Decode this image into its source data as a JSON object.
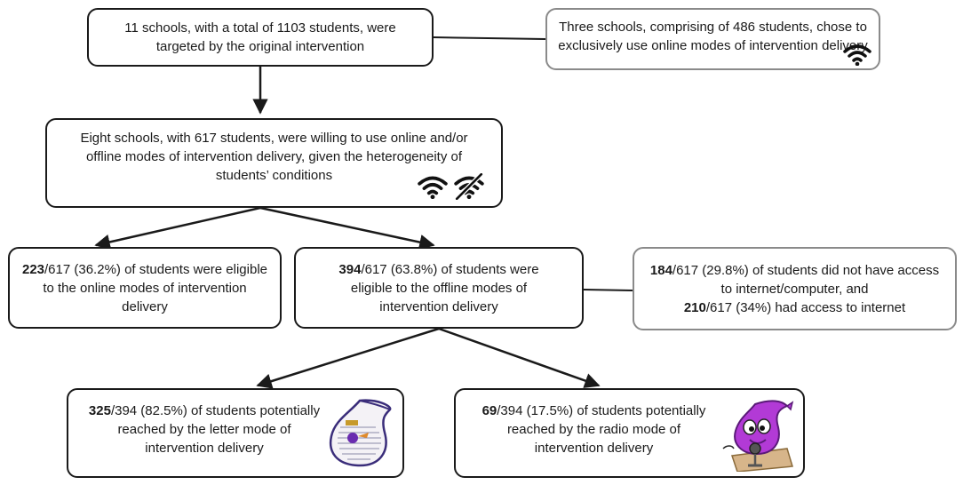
{
  "boxes": {
    "origin": {
      "text": "11 schools, with a total of 1103 students, were targeted by the original intervention"
    },
    "online_only": {
      "text": "Three schools, comprising of 486 students, chose to exclusively use online modes of intervention delivery"
    },
    "eight_schools": {
      "text": "Eight schools, with 617 students, were willing to use online and/or offline modes of intervention delivery, given the heterogeneity of students’ conditions"
    },
    "online_eligible": {
      "bold": "223",
      "text": "/617 (36.2%) of students were eligible to the online modes of intervention delivery"
    },
    "offline_eligible": {
      "bold": "394",
      "text": "/617 (63.8%) of students were eligible to the offline modes of intervention delivery"
    },
    "access": {
      "line1_bold": "184",
      "line1_text": "/617 (29.8%) of students did not have access to internet/computer, and",
      "line2_bold": "210",
      "line2_text": "/617 (34%) had access to internet"
    },
    "letter": {
      "bold": "325",
      "text": "/394 (82.5%) of students potentially reached by the letter mode of intervention delivery"
    },
    "radio": {
      "bold": "69",
      "text": "/394 (17.5%) of students potentially reached by the radio mode of intervention delivery"
    }
  },
  "icons": [
    "wifi-icon",
    "wifi-off-icon",
    "letter-illustration",
    "radio-mascot-illustration"
  ],
  "colors": {
    "border": "#1a1a1a",
    "grey_border": "#8a8a8a",
    "mascot": "#b23ad6"
  }
}
